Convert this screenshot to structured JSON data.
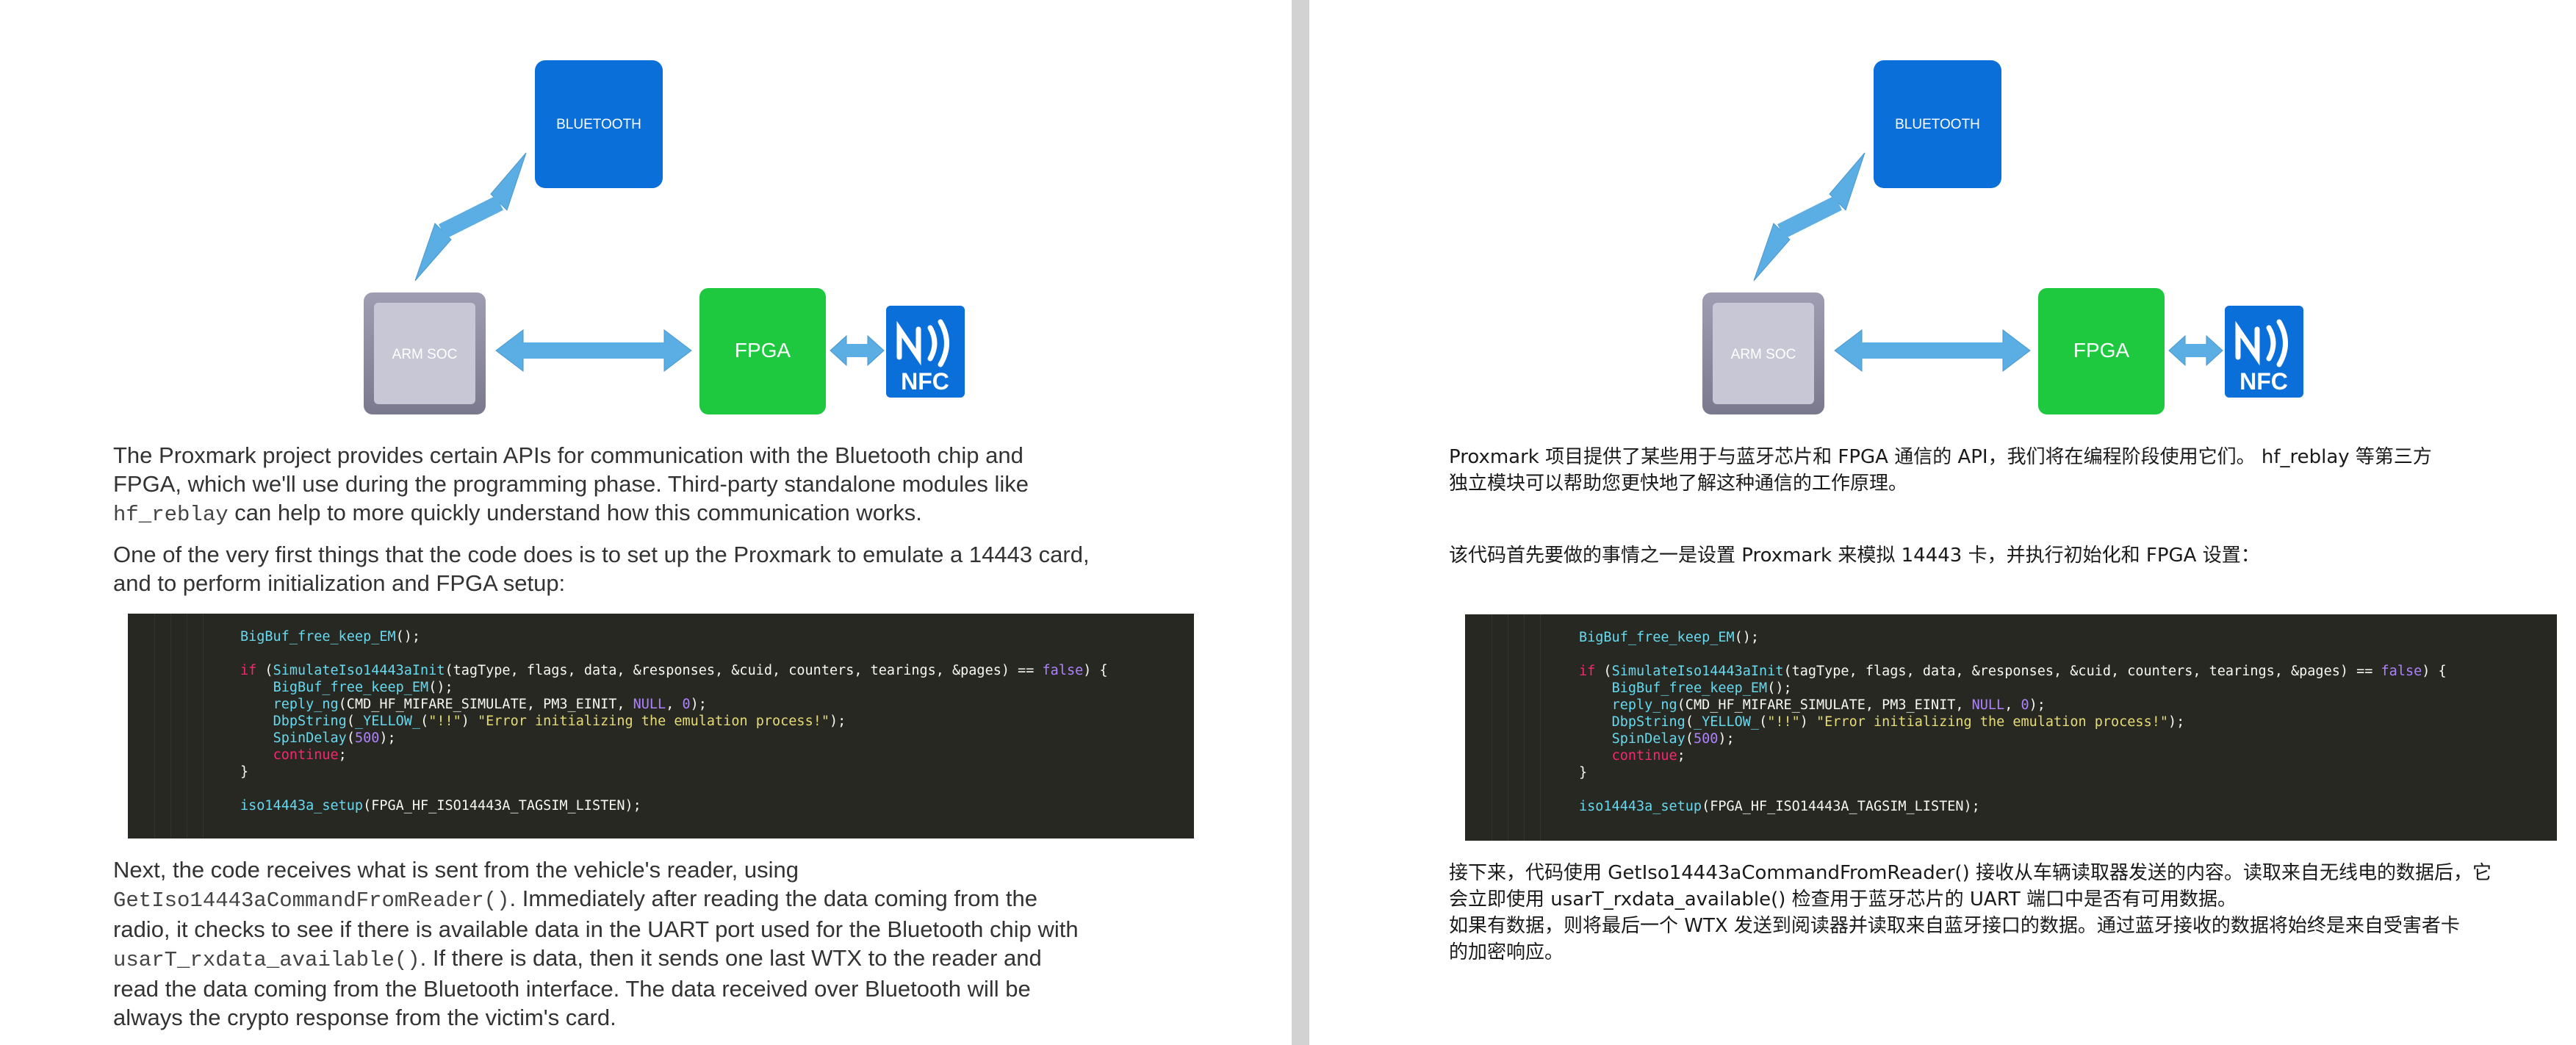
{
  "diagram": {
    "bluetooth_label": "BLUETOOTH",
    "arm_label": "ARM SOC",
    "fpga_label": "FPGA",
    "nfc_label": "NFC",
    "colors": {
      "bluetooth": "#0b6fd9",
      "arm": "#8b8a9e",
      "fpga": "#1ec940",
      "nfc": "#0b6fd9",
      "arrow": "#5aaee4"
    }
  },
  "code": {
    "lines": [
      [
        {
          "c": "fn",
          "t": "BigBuf_free_keep_EM"
        },
        {
          "c": "pl",
          "t": "();"
        }
      ],
      [],
      [
        {
          "c": "kw",
          "t": "if"
        },
        {
          "c": "pl",
          "t": " ("
        },
        {
          "c": "fn",
          "t": "SimulateIso14443aInit"
        },
        {
          "c": "pl",
          "t": "(tagType, flags, data, &responses, &cuid, counters, tearings, &pages) == "
        },
        {
          "c": "num",
          "t": "false"
        },
        {
          "c": "pl",
          "t": ") {"
        }
      ],
      [
        {
          "c": "pl",
          "t": "    "
        },
        {
          "c": "fn",
          "t": "BigBuf_free_keep_EM"
        },
        {
          "c": "pl",
          "t": "();"
        }
      ],
      [
        {
          "c": "pl",
          "t": "    "
        },
        {
          "c": "fn",
          "t": "reply_ng"
        },
        {
          "c": "pl",
          "t": "(CMD_HF_MIFARE_SIMULATE, PM3_EINIT, "
        },
        {
          "c": "num",
          "t": "NULL"
        },
        {
          "c": "pl",
          "t": ", "
        },
        {
          "c": "num",
          "t": "0"
        },
        {
          "c": "pl",
          "t": ");"
        }
      ],
      [
        {
          "c": "pl",
          "t": "    "
        },
        {
          "c": "fn",
          "t": "DbpString"
        },
        {
          "c": "pl",
          "t": "("
        },
        {
          "c": "fn",
          "t": "_YELLOW_"
        },
        {
          "c": "pl",
          "t": "("
        },
        {
          "c": "str",
          "t": "\"!!\""
        },
        {
          "c": "pl",
          "t": ") "
        },
        {
          "c": "str",
          "t": "\"Error initializing the emulation process!\""
        },
        {
          "c": "pl",
          "t": ");"
        }
      ],
      [
        {
          "c": "pl",
          "t": "    "
        },
        {
          "c": "fn",
          "t": "SpinDelay"
        },
        {
          "c": "pl",
          "t": "("
        },
        {
          "c": "num",
          "t": "500"
        },
        {
          "c": "pl",
          "t": ");"
        }
      ],
      [
        {
          "c": "pl",
          "t": "    "
        },
        {
          "c": "kw",
          "t": "continue"
        },
        {
          "c": "pl",
          "t": ";"
        }
      ],
      [
        {
          "c": "pl",
          "t": "}"
        }
      ],
      [],
      [
        {
          "c": "fn",
          "t": "iso14443a_setup"
        },
        {
          "c": "pl",
          "t": "(FPGA_HF_ISO14443A_TAGSIM_LISTEN);"
        }
      ]
    ]
  },
  "left": {
    "p1": {
      "line1": "The Proxmark project provides certain APIs for communication with the Bluetooth chip and",
      "line2": "FPGA, which we'll use during the programming phase. Third-party standalone modules like",
      "code1": "hf_reblay",
      "line3_rest": " can help to more quickly understand how this communication works."
    },
    "p2": {
      "line1": "One of the very first things that the code does is to set up the Proxmark to emulate a 14443 card,",
      "line2": "and to perform initialization and FPGA setup:"
    },
    "p3": {
      "line1": "Next, the code receives what is sent from the vehicle's reader, using",
      "code1": "GetIso14443aCommandFromReader()",
      "line2_rest": ". Immediately after reading the data coming from the",
      "line3": "radio, it checks to see if there is available data in the UART port used for the Bluetooth chip with",
      "code2": "usarT_rxdata_available()",
      "line4_rest": ". If there is data, then it sends one last WTX to the reader and",
      "line5": "read the data coming from the Bluetooth interface. The data received over Bluetooth will be",
      "line6": "always the crypto response from the victim's card."
    }
  },
  "right": {
    "p1": {
      "line1": "Proxmark 项目提供了某些用于与蓝牙芯片和 FPGA 通信的 API，我们将在编程阶段使用它们。 hf_reblay 等第三方",
      "line2": "独立模块可以帮助您更快地了解这种通信的工作原理。"
    },
    "p2": {
      "line1": "该代码首先要做的事情之一是设置 Proxmark 来模拟 14443 卡，并执行初始化和 FPGA 设置："
    },
    "p3": {
      "line1": "接下来，代码使用 GetIso14443aCommandFromReader() 接收从车辆读取器发送的内容。读取来自无线电的数据后，它",
      "line2": "会立即使用 usarT_rxdata_available() 检查用于蓝牙芯片的 UART 端口中是否有可用数据。",
      "line3": "如果有数据，则将最后一个 WTX 发送到阅读器并读取来自蓝牙接口的数据。通过蓝牙接收的数据将始终是来自受害者卡",
      "line4": "的加密响应。"
    }
  }
}
